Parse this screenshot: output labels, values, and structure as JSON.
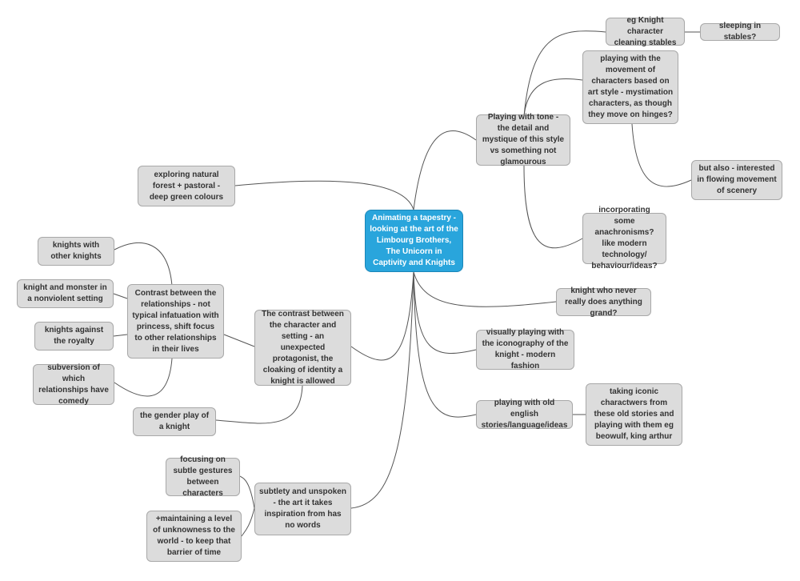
{
  "central_topic": "Animating a tapestry - looking at the art of the Limbourg Brothers, The Unicorn in Captivity and Knights",
  "topics": {
    "tone": "Playing with tone - the detail and mystique of this style vs something not glamourous",
    "knight_stables": "eg Knight character cleaning stables",
    "sleeping_stables": "sleeping in stables?",
    "movement": "playing with the movement of characters based on art style - mystimation characters, as though they move on hinges?",
    "scenery": "but also - interested in flowing movement of scenery",
    "anachronisms": "incorporating some anachronisms? like modern technology/ behaviour/ideas?",
    "never_grand": "knight who never really does anything grand?",
    "iconography": "visually playing with the iconography of the knight - modern fashion",
    "old_english": "playing with old english stories/language/ideas",
    "iconic_characters": "taking iconic charactwers from these old stories and playing with them eg beowulf, king arthur",
    "forest": "exploring natural forest + pastoral - deep green colours",
    "contrast_character": "The contrast between the character and setting - an unexpected protagonist, the cloaking of identity a knight is allowed",
    "relationships": "Contrast between the relationships - not typical infatuation with princess, shift focus to other relationships in their lives",
    "other_knights": "knights with other knights",
    "monster": "knight and monster in a nonviolent setting",
    "royalty": "knights against the royalty",
    "comedy": "subversion of which relationships have comedy",
    "gender": "the gender play of a knight",
    "subtlety": "subtlety and unspoken - the art it takes inspiration from has no words",
    "gestures": "focusing on subtle gestures between characters",
    "unknowness": "+maintaining a level of unknowness to the world - to keep that barrier of time"
  },
  "colors": {
    "central_fill": "#29a5dc",
    "topic_fill": "#dcdcdc",
    "topic_border": "#a8a8a8",
    "connector": "#555555"
  }
}
